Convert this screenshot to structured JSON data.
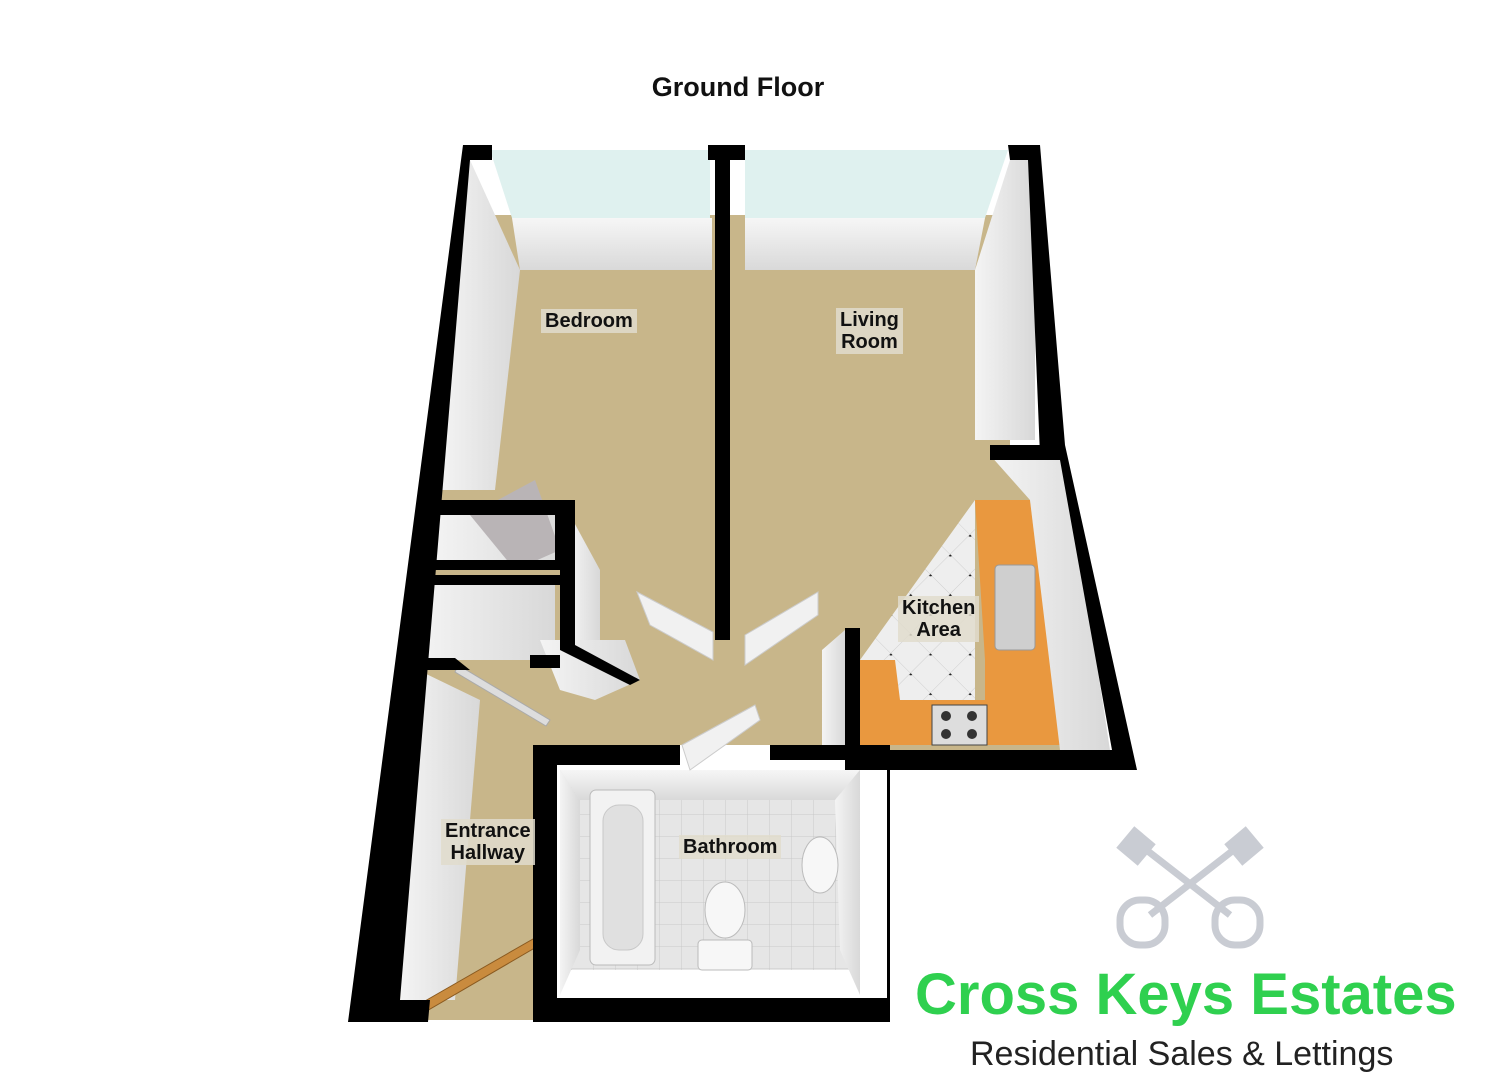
{
  "title": "Ground Floor",
  "rooms": {
    "bedroom": "Bedroom",
    "living_line1": "Living",
    "living_line2": "Room",
    "kitchen_line1": "Kitchen",
    "kitchen_line2": "Area",
    "hall_line1": "Entrance",
    "hall_line2": "Hallway",
    "bathroom": "Bathroom"
  },
  "branding": {
    "name": "Cross Keys Estates",
    "tagline": "Residential Sales & Lettings",
    "logo_icon": "crossed-keys-icon"
  },
  "colors": {
    "carpet": "#c8b68a",
    "wall": "#000000",
    "worktop": "#e9983f",
    "brand_green": "#2fd04f",
    "logo_grey": "#c9ccd3"
  }
}
